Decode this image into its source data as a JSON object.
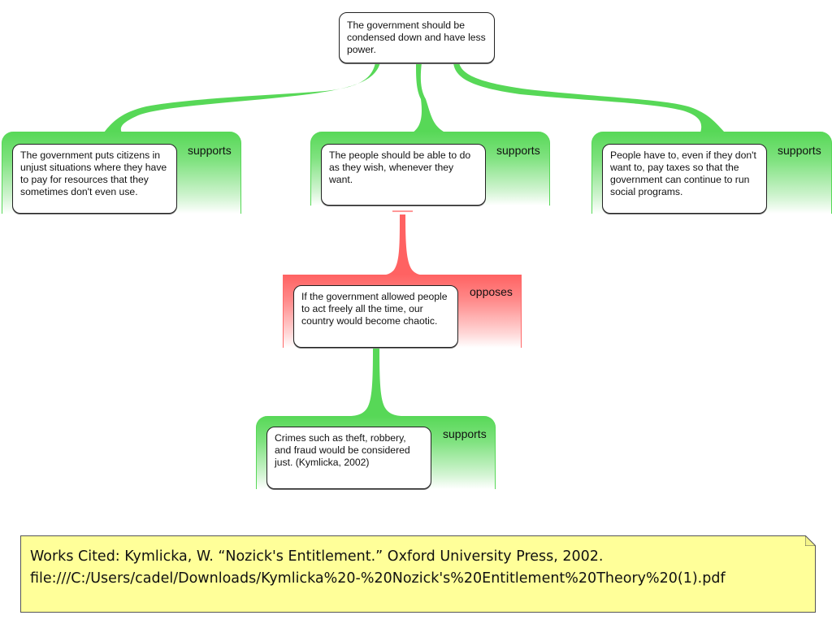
{
  "colors": {
    "supports": "#57d857",
    "opposes": "#ff6262",
    "note_bg": "#ffff99"
  },
  "root": {
    "text": "The government should be condensed down and have less power."
  },
  "reasons": [
    {
      "relation": "supports",
      "text": "The government puts citizens in unjust situations where they have to pay for resources that they sometimes don't even use."
    },
    {
      "relation": "supports",
      "text": "The people should be able to do as they wish, whenever they want."
    },
    {
      "relation": "supports",
      "text": "People have to, even if they don't want to, pay taxes so that the government can continue to run social programs."
    }
  ],
  "objection": {
    "relation": "opposes",
    "text": "If the government allowed people to act freely all the time, our country would become chaotic."
  },
  "rebuttal": {
    "relation": "supports",
    "text": "Crimes such as theft, robbery, and fraud would be considered just. (Kymlicka, 2002)"
  },
  "note": {
    "line1": "Works Cited: Kymlicka, W. “Nozick's Entitlement.” Oxford University Press, 2002.",
    "line2": "file:///C:/Users/cadel/Downloads/Kymlicka%20-%20Nozick's%20Entitlement%20Theory%20(1).pdf"
  }
}
